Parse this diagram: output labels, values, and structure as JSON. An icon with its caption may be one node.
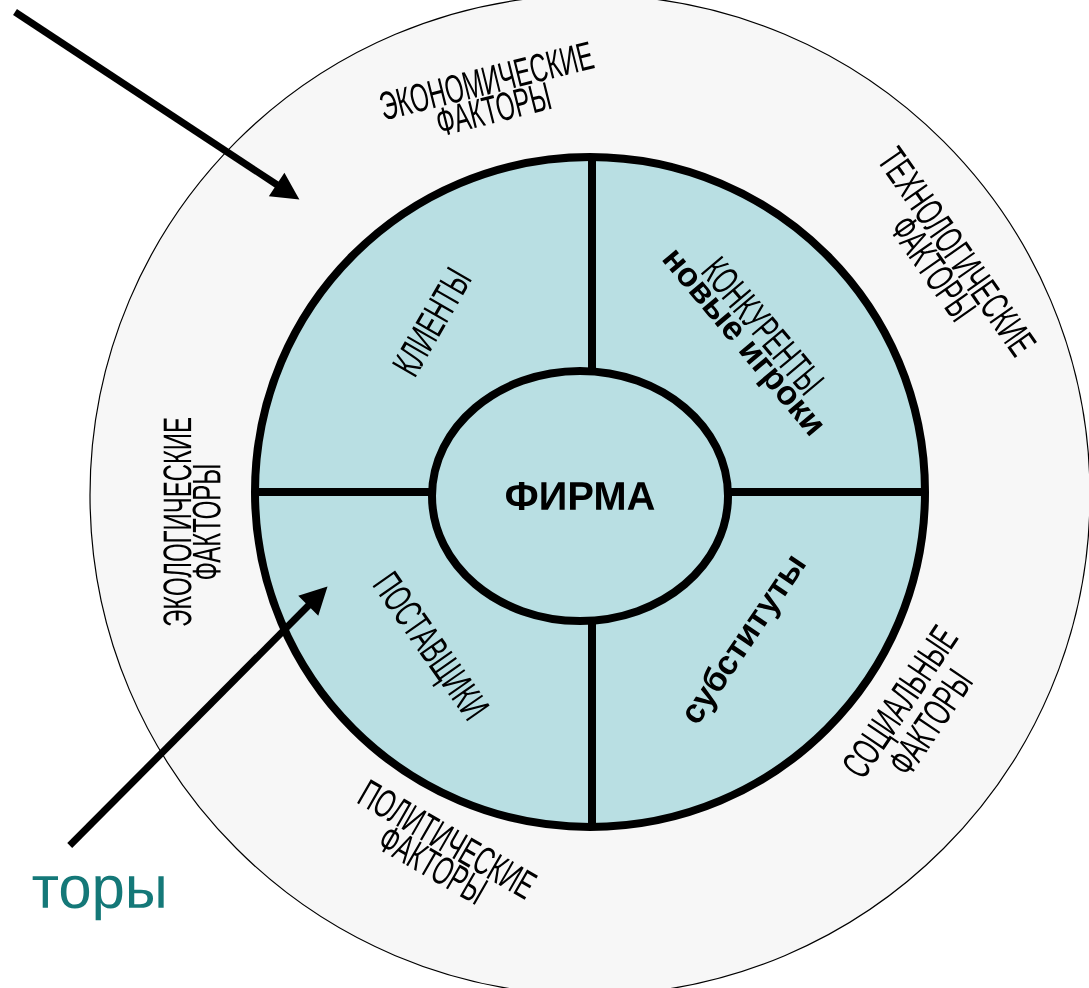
{
  "diagram": {
    "nodes": [
      {
        "text": [
          "ЭКОНОМИЧЕСКИЕ ФАКТОРЫ",
          "ТЕХНОЛОГИЧЕСКИЕ ФАКТОРЫ",
          "СОЦИАЛЬНЫЕ ФАКТОРЫ",
          "ПОЛИТИЧЕСКИЕ ФАКТОРЫ",
          "ЭКОЛОГИЧЕСКИЕ ФАКТОРЫ"
        ]
      },
      {
        "text": [
          "КЛИЕНТЫ"
        ],
        "in": 0
      },
      {
        "text": [
          "КОНКУРЕНТЫ",
          "новые игроки"
        ],
        "in": 0
      },
      {
        "text": [
          "ПОСТАВЩИКИ"
        ],
        "in": 0
      },
      {
        "text": [
          "субституты"
        ],
        "in": 0
      },
      {
        "text": [
          "ФИРМА"
        ],
        "in": 0
      },
      {
        "text": [
          "торы"
        ]
      }
    ],
    "edges": [
      {
        "from": null,
        "to": 0,
        "arrow": "to"
      },
      {
        "from": 6,
        "to": 3,
        "arrow": "to"
      }
    ]
  }
}
